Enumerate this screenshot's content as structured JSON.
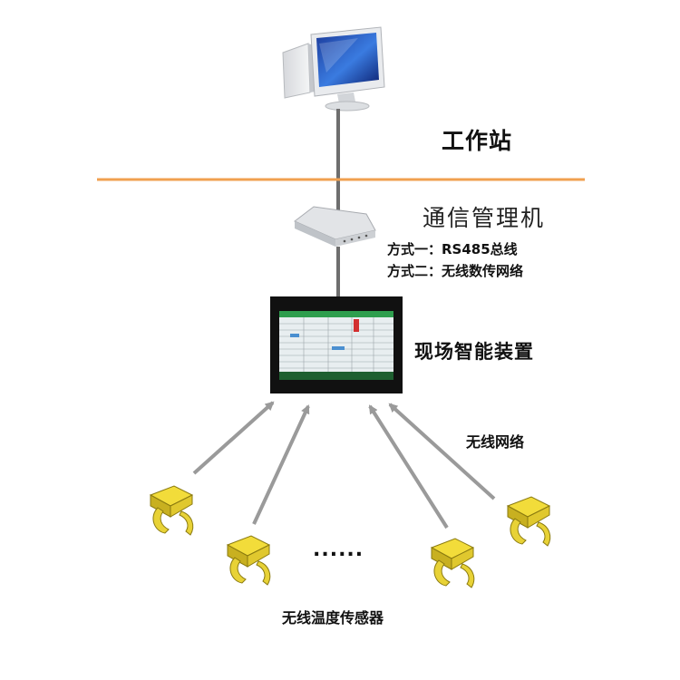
{
  "labels": {
    "workstation": "工作站",
    "comm_manager": "通信管理机",
    "method1": "方式一：RS485总线",
    "method2": "方式二：无线数传网络",
    "field_device": "现场智能装置",
    "wireless_network": "无线网络",
    "wireless_sensor": "无线温度传感器",
    "ellipsis": "......"
  },
  "colors": {
    "divider": "#F0A050",
    "connector": "#6E6E6E",
    "arrow": "#9A9A9A",
    "sensor_body": "#F2DC3A",
    "sensor_shadow": "#C8B020",
    "sensor_outline": "#8A7A10",
    "screen_header": "#2E9E4E"
  },
  "icons": {
    "workstation": "computer-monitor-icon",
    "comm_manager": "router-icon",
    "field_device": "touchscreen-panel-icon",
    "sensor": "wireless-temperature-sensor-icon"
  }
}
